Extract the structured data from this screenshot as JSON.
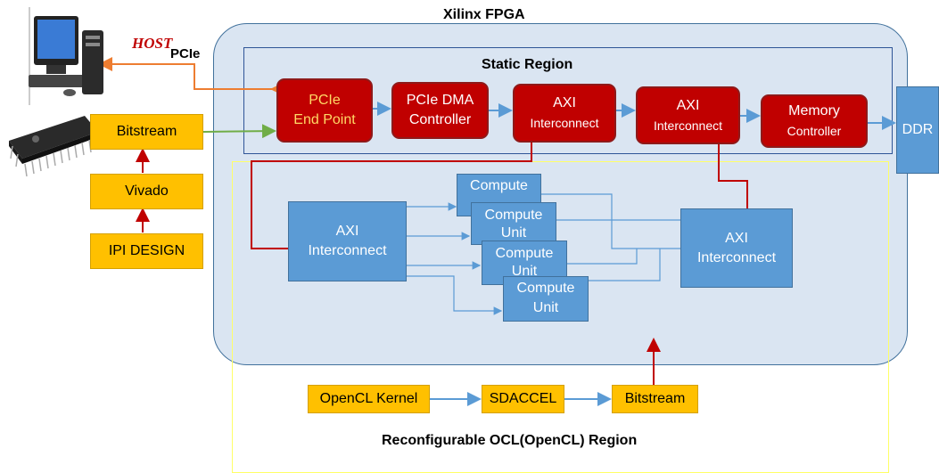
{
  "fpga_title": "Xilinx FPGA",
  "static_region_title": "Static Region",
  "ocl_region_title": "Reconfigurable OCL(OpenCL) Region",
  "host": {
    "label": "HOST",
    "link_label": "PCIe"
  },
  "left_chain": {
    "bitstream": "Bitstream",
    "vivado": "Vivado",
    "ipi": "IPI DESIGN"
  },
  "static_blocks": {
    "pcie_ep": [
      "PCIe",
      "End Point"
    ],
    "pcie_dma": [
      "PCIe DMA",
      "Controller"
    ],
    "axi1": [
      "AXI",
      "Interconnect"
    ],
    "axi2": [
      "AXI",
      "Interconnect"
    ],
    "mem": [
      "Memory",
      "Controller"
    ]
  },
  "ddr": "DDR",
  "ocl_blocks": {
    "axi_left": [
      "AXI",
      "Interconnect"
    ],
    "axi_right": [
      "AXI",
      "Interconnect"
    ],
    "cu1": [
      "Compute"
    ],
    "cu2": [
      "Compute",
      "Unit"
    ],
    "cu3": [
      "Compute",
      "Unit"
    ],
    "cu4": [
      "Compute",
      "Unit"
    ]
  },
  "flow": {
    "kernel": "OpenCL Kernel",
    "sdaccel": "SDACCEL",
    "bitstream": "Bitstream"
  },
  "colors": {
    "static_red": "#c00000",
    "block_blue": "#5b9bd5",
    "flow_orange": "#ffc000",
    "region_fill": "#dae5f2",
    "ocl_border": "#ffff66"
  }
}
